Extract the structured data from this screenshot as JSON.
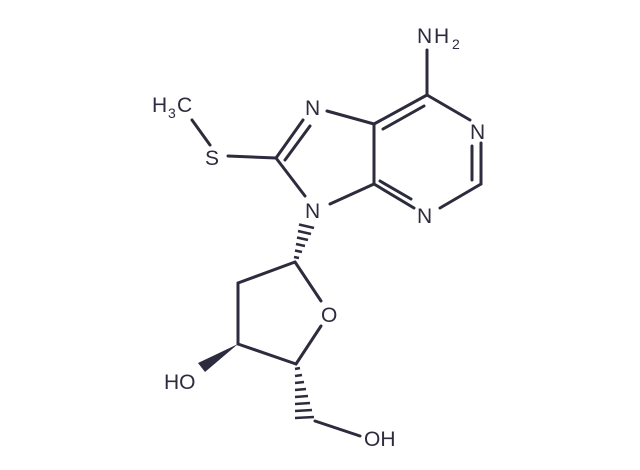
{
  "molecule": {
    "labels": {
      "amino_N": "N",
      "amino_H": "H",
      "amino_sub": "2",
      "n1": "N",
      "n3": "N",
      "n7": "N",
      "n9": "N",
      "s": "S",
      "methyl_H": "H",
      "methyl_sub": "3",
      "methyl_C": "C",
      "ring_O": "O",
      "hydroxyl_3": "HO",
      "hydroxyl_5": "OH"
    },
    "colors": {
      "ink": "#2c2c3e",
      "background": "#ffffff"
    }
  }
}
